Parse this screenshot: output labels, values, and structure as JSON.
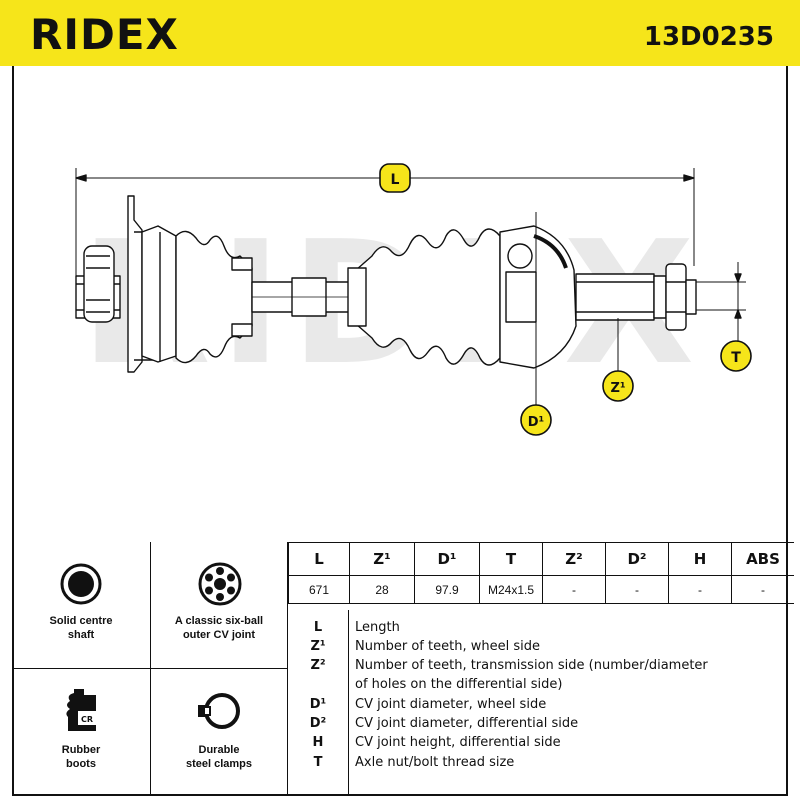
{
  "header": {
    "brand": "RIDEX",
    "part_number": "13D0235",
    "watermark": "RIDEX"
  },
  "callouts": {
    "L": "L",
    "T": "T",
    "Z1": "Z¹",
    "D1": "D¹"
  },
  "features": [
    {
      "label_line1": "Solid centre",
      "label_line2": "shaft",
      "icon": "solid-shaft-icon"
    },
    {
      "label_line1": "A classic six-ball",
      "label_line2": "outer CV joint",
      "icon": "six-ball-joint-icon"
    },
    {
      "label_line1": "Rubber",
      "label_line2": "boots",
      "icon": "rubber-boot-icon"
    },
    {
      "label_line1": "Durable",
      "label_line2": "steel clamps",
      "icon": "steel-clamp-icon"
    }
  ],
  "spec_table": {
    "headers": [
      "L",
      "Z¹",
      "D¹",
      "T",
      "Z²",
      "D²",
      "H",
      "ABS"
    ],
    "values": [
      "671",
      "28",
      "97.9",
      "M24x1.5",
      "-",
      "-",
      "-",
      "-"
    ]
  },
  "legend": [
    {
      "key": "L",
      "desc": "Length"
    },
    {
      "key": "Z¹",
      "desc": "Number of teeth, wheel side"
    },
    {
      "key": "Z²",
      "desc": "Number of teeth, transmission side (number/diameter"
    },
    {
      "key": "",
      "desc": "of holes on the differential side)"
    },
    {
      "key": "D¹",
      "desc": "CV joint diameter, wheel side"
    },
    {
      "key": "D²",
      "desc": "CV joint diameter, differential side"
    },
    {
      "key": "H",
      "desc": "CV joint height, differential side"
    },
    {
      "key": "T",
      "desc": "Axle nut/bolt thread size"
    }
  ],
  "colors": {
    "accent": "#f6e51a",
    "line": "#111111",
    "watermark": "#e9e9e9"
  }
}
